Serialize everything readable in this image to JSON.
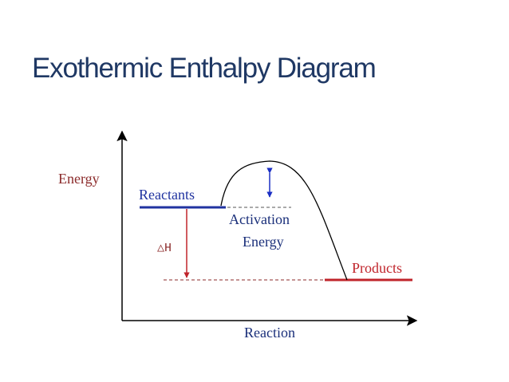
{
  "slide": {
    "title": "Exothermic Enthalpy Diagram"
  },
  "diagram": {
    "axis_y_label": "Energy",
    "axis_x_label": "Reaction",
    "reactants_label": "Reactants",
    "products_label": "Products",
    "activation_label_line1": "Activation",
    "activation_label_line2": "Energy",
    "delta_h_label": "△H"
  },
  "colors": {
    "title": "#1f3864",
    "axis_label": "#8b2a2a",
    "reactants": "#2033a0",
    "products": "#c0242b",
    "activation_text": "#1a2f7a",
    "delta_h_text": "#8b2a2a",
    "axis_line": "#000000"
  }
}
